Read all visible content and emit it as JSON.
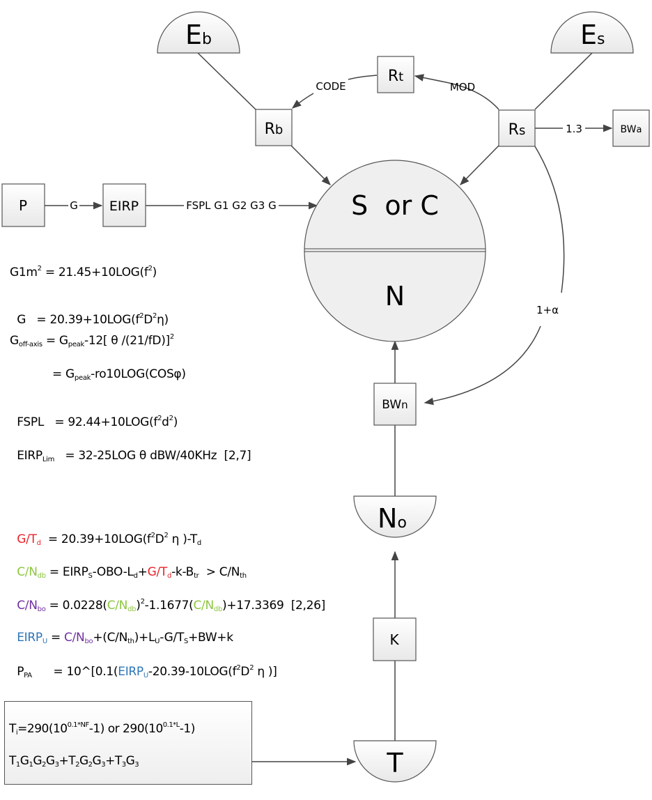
{
  "nodes": {
    "eb": {
      "main": "E",
      "sub": "b"
    },
    "es": {
      "main": "E",
      "sub": "s"
    },
    "rt": {
      "main": "R",
      "sub": "t"
    },
    "rb": {
      "main": "R",
      "sub": "b"
    },
    "rs": {
      "main": "R",
      "sub": "s"
    },
    "bwa": {
      "main": "BW",
      "sub": "a"
    },
    "p": {
      "main": "P"
    },
    "eirp": {
      "main": "EIRP"
    },
    "sc_circle": {
      "top": "S  or C",
      "bottom": "N"
    },
    "bwn": {
      "main": "BW",
      "sub": "n"
    },
    "no": {
      "main": "N",
      "sub": "o"
    },
    "k": {
      "main": "K"
    },
    "t": {
      "main": "T"
    }
  },
  "edges": {
    "code": "CODE",
    "mod": "MOD",
    "rs_bwa": "1.3",
    "p_eirp": "G",
    "eirp_sc": "FSPL G1 G2 G3 G",
    "rs_bwn": "1+α"
  },
  "equations": {
    "g1m": {
      "lhs": "G1m",
      "lhs_sup": "2",
      "rhs": " = 21.45+10LOG(f",
      "rhs_sup": "2",
      "rhs_end": ")"
    },
    "g": {
      "lhs": "G",
      "eq": "   = 20.39+10LOG(f",
      "s1": "2",
      "d": "D",
      "s2": "2",
      "end": "η)"
    },
    "goff": {
      "lhs": "G",
      "lhs_sub": "off-axis",
      "eq": " = G",
      "peak": "peak",
      "rest": "-12[ θ /(21/fD)]",
      "sup": "2"
    },
    "goff2": {
      "eq": "= G",
      "peak": "peak",
      "rest": "-ro10LOG(COSφ)"
    },
    "fspl": {
      "lhs": "FSPL",
      "eq": "   = 92.44+10LOG(f",
      "s1": "2",
      "d": "d",
      "s2": "2",
      "end": ")"
    },
    "eirplim": {
      "lhs": "EIRP",
      "lhs_sub": "Lim",
      "rest": "   = 32-25LOG θ dBW/40KHz  [2,7]"
    },
    "gtd": {
      "lhs": "G/T",
      "lhs_sub": "d",
      "eq": "  = 20.39+10LOG(f",
      "s1": "2",
      "d": "D",
      "s2": "2",
      "mid": " η )-T",
      "end_sub": "d"
    },
    "cndb": {
      "lhs": "C/N",
      "lhs_sub": "db",
      "p1": " = EIRP",
      "s1": "S",
      "p2": "-OBO-L",
      "s2": "d",
      "p3": "+",
      "gt": "G/T",
      "gt_sub": "d",
      "p4": "-k-B",
      "s4": "tr",
      "p5": "  > C/N",
      "s5": "th"
    },
    "cnbo": {
      "lhs": "C/N",
      "lhs_sub": "bo",
      "p1": " = 0.0228(",
      "cn": "C/N",
      "cn_sub": "db",
      "p2": ")",
      "sup": "2",
      "p3": "-1.1677(",
      "p4": ")+17.3369  [2,26]"
    },
    "eirpu": {
      "lhs": "EIRP",
      "lhs_sub": "U",
      "p1": " = ",
      "cnbo": "C/N",
      "cnbo_sub": "bo",
      "p2": "+(C/N",
      "s2": "th",
      "p3": ")+L",
      "s3": "U",
      "p4": "-G/T",
      "s4": "S",
      "p5": "+BW+k"
    },
    "ppa": {
      "lhs": "P",
      "lhs_sub": "PA",
      "p1": "      = 10^[0.1(",
      "eirp": "EIRP",
      "eirp_sub": "U",
      "p2": "-20.39-10LOG(f",
      "s1": "2",
      "d": "D",
      "s2": "2",
      "end": " η )]"
    }
  },
  "noise_box": {
    "line1": {
      "t": "T",
      "t_sub": "i",
      "a": "=290(10",
      "a_sup": "0.1*NF",
      "b": "-1) or 290(10",
      "b_sup": "0.1*L",
      "c": "-1)"
    },
    "line2": {
      "t1": "T",
      "s1": "1",
      "g1": "G",
      "sg1": "1",
      "g2": "G",
      "sg2": "2",
      "g3": "G",
      "sg3": "3",
      "p1": "+T",
      "s2": "2",
      "g4": "G",
      "sg4": "2",
      "g5": "G",
      "sg5": "3",
      "p2": "+T",
      "s3": "3",
      "g6": "G",
      "sg6": "3"
    }
  },
  "colors": {
    "gt": "#e8232a",
    "cndb": "#8dc641",
    "cnbo": "#7030a0",
    "eirpu": "#2e75b6"
  }
}
